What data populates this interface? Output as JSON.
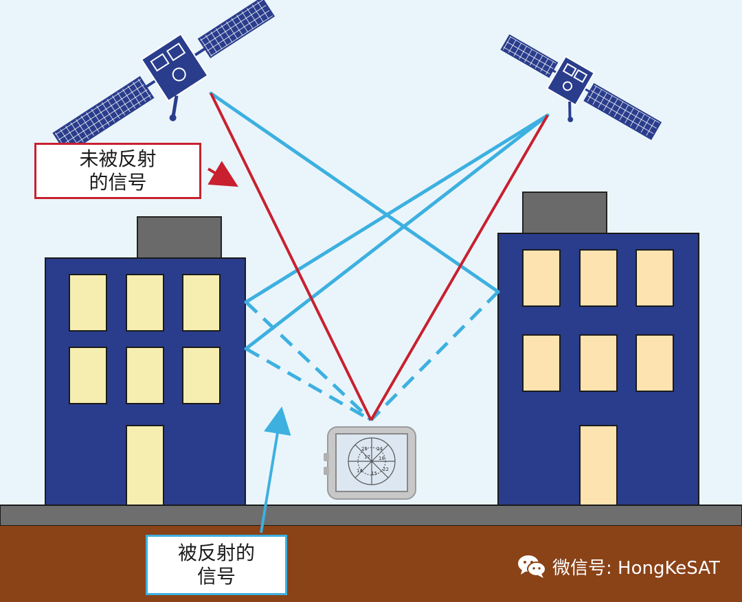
{
  "labels": {
    "direct_line1": "未被反射",
    "direct_line2": "的信号",
    "reflected_line1": "被反射的",
    "reflected_line2": "信号"
  },
  "watermark": {
    "text": "微信号: HongKeSAT",
    "icon": "wechat-icon"
  },
  "receiver_screen_marks": [
    "25",
    "24",
    "17",
    "18",
    "14",
    "15",
    "22"
  ],
  "colors": {
    "sky": "#eaf5fb",
    "building": "#2a3d8c",
    "window_left": "#f6eeb0",
    "window_right": "#fde3b0",
    "roof_block": "#6a6a6a",
    "pavement": "#6e6e6e",
    "ground": "#8a4217",
    "direct_signal": "#c8202f",
    "reflected_signal": "#3db0e0",
    "satellite": "#2a3d8c"
  }
}
